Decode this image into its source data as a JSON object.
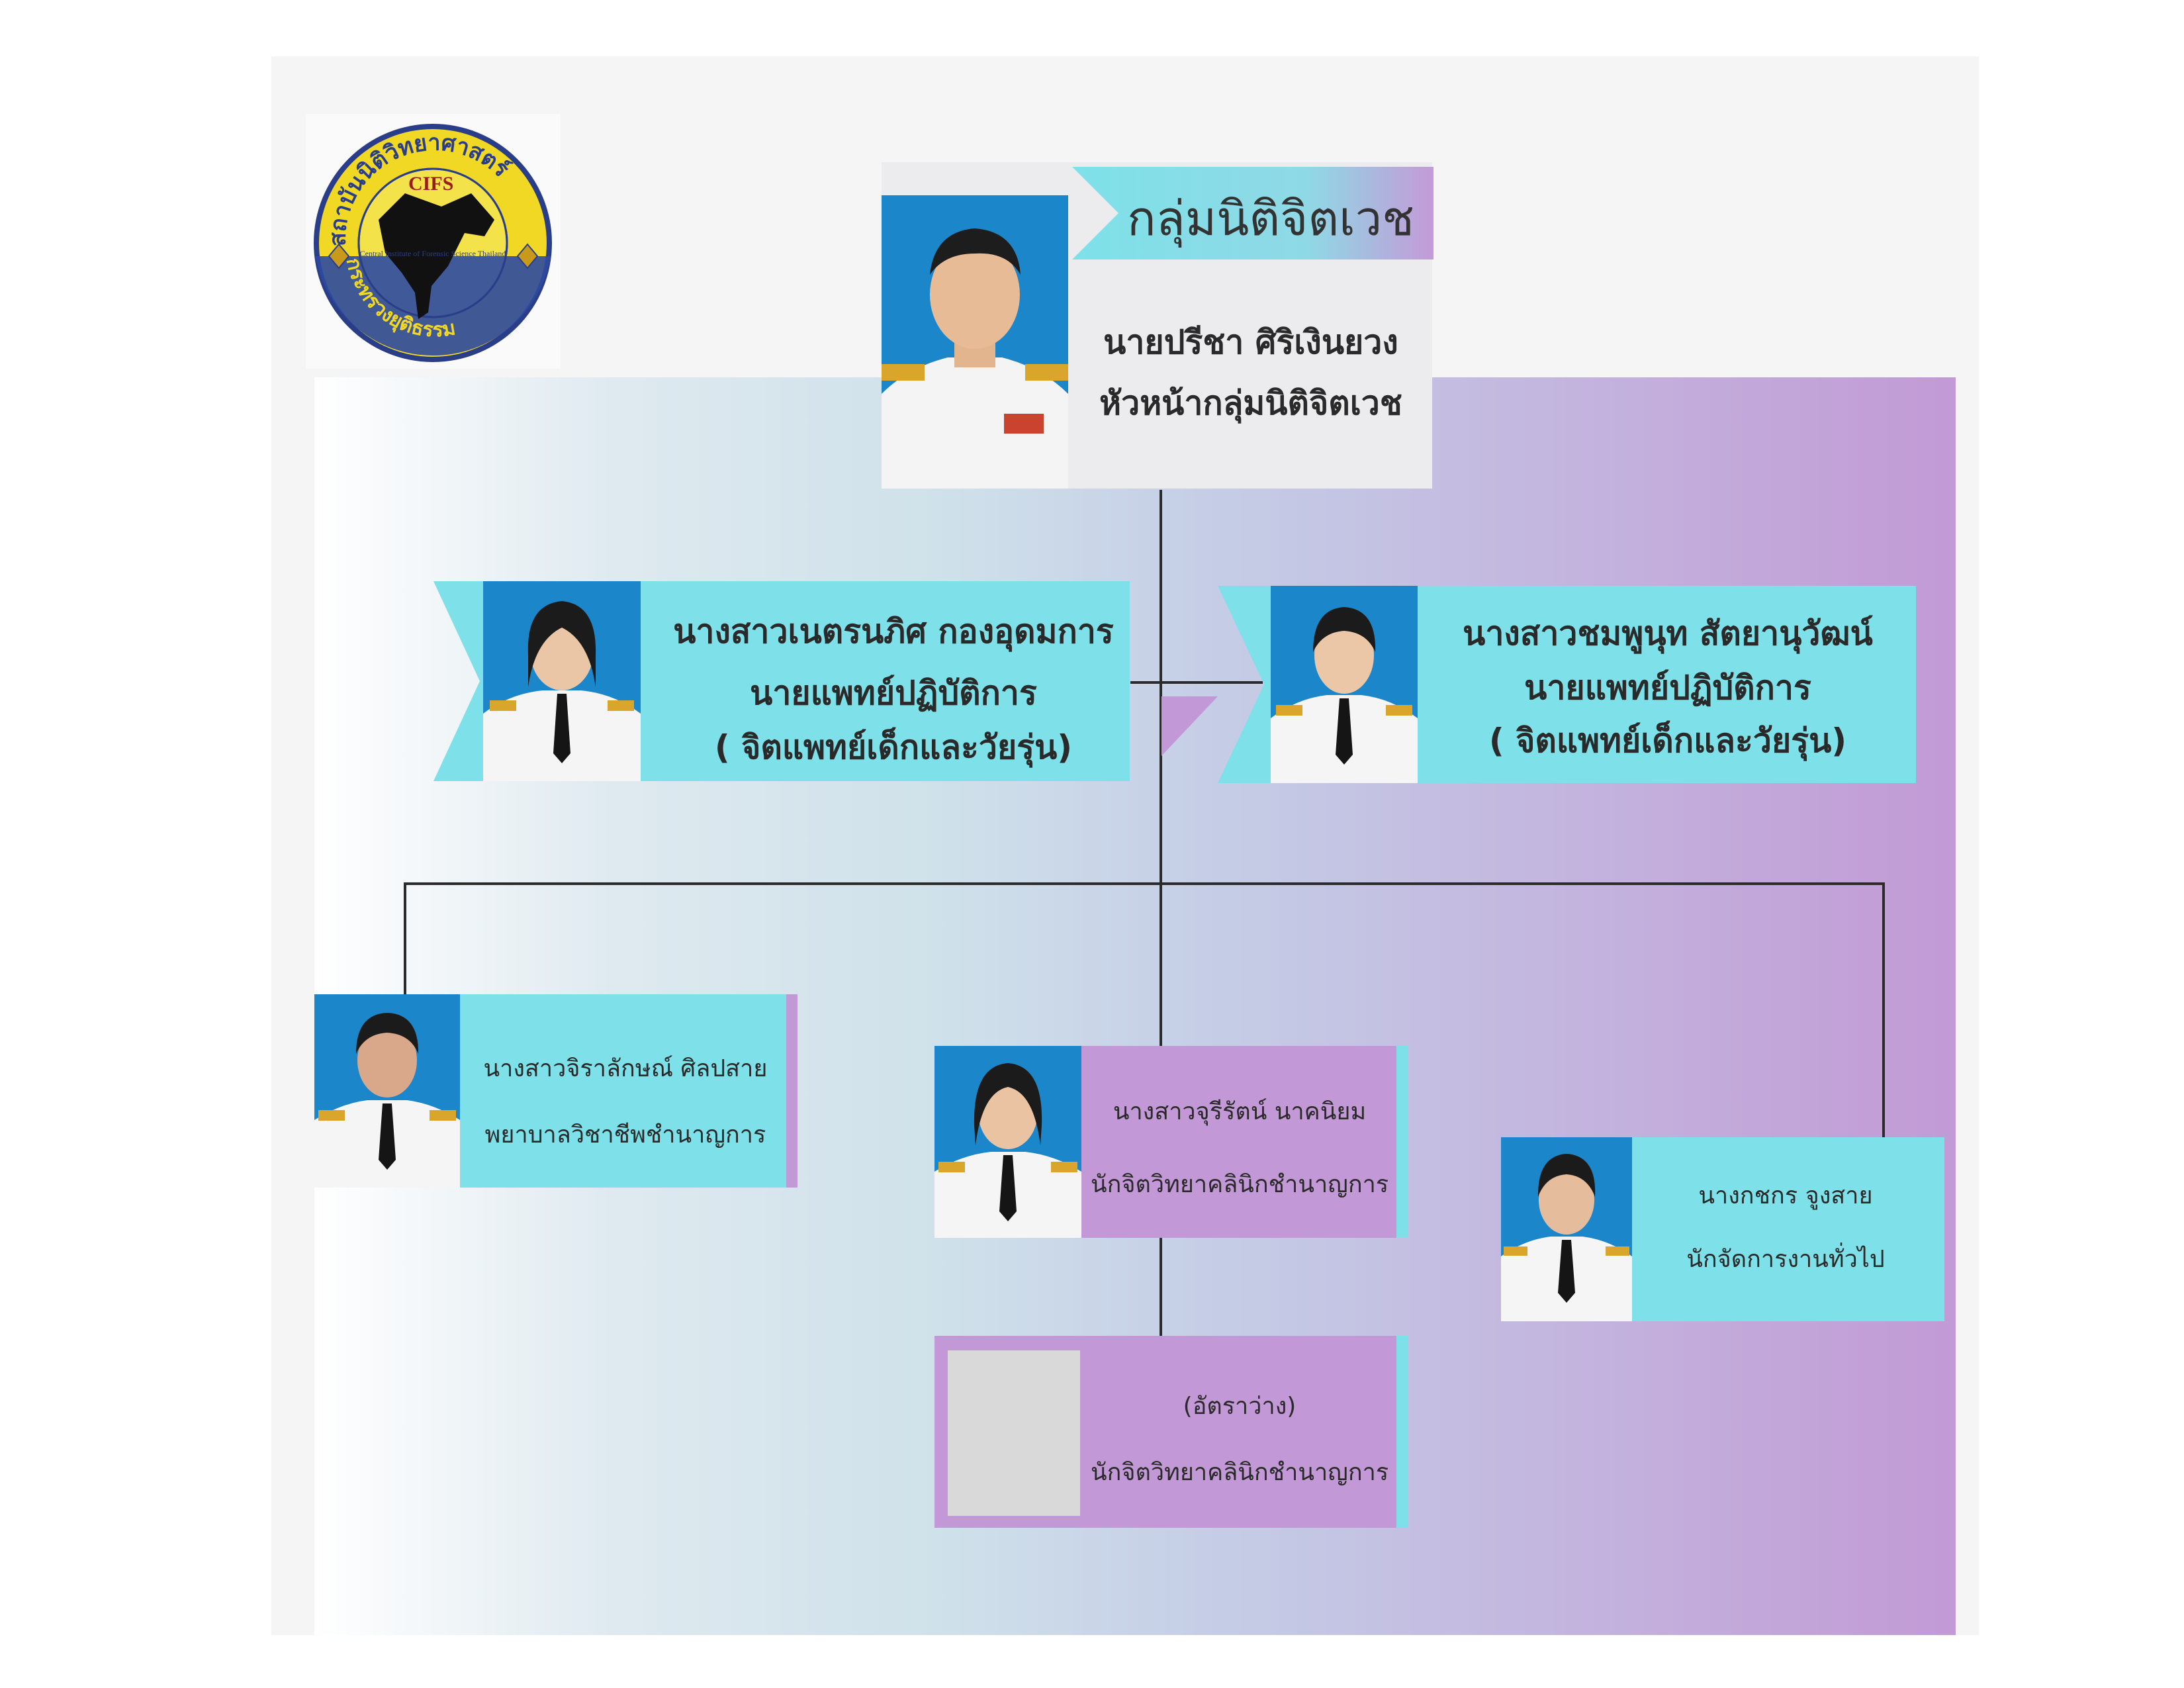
{
  "logo": {
    "top_text": "สถาบันนิติวิทยาศาสตร์",
    "inner_text": "Central Institute of Forensic Science Thailand",
    "acronym": "CIFS",
    "bottom_text": "กระทรวงยุติธรรม"
  },
  "header": {
    "title": "กลุ่มนิติจิตเวช",
    "name": "นายปรีชา  ศิริเงินยวง",
    "position": "หัวหน้ากลุ่มนิติจิตเวช"
  },
  "deputy_left": {
    "name": "นางสาวเนตรนภิศ  กองอุดมการ",
    "position": "นายแพทย์ปฏิบัติการ",
    "specialty": "( จิตแพทย์เด็กและวัยรุ่น)"
  },
  "deputy_right": {
    "name": "นางสาวชมพูนุท  สัตยานุวัฒน์",
    "position": "นายแพทย์ปฏิบัติการ",
    "specialty": "( จิตแพทย์เด็กและวัยรุ่น)"
  },
  "staff_left": {
    "name": "นางสาวจิราลักษณ์  ศิลปสาย",
    "position": "พยาบาลวิชาชีพชำนาญการ"
  },
  "staff_center": {
    "name": "นางสาวจุรีรัตน์  นาคนิยม",
    "position": "นักจิตวิทยาคลินิกชำนาญการ"
  },
  "staff_vacant": {
    "name": "(อัตราว่าง)",
    "position": "นักจิตวิทยาคลินิกชำนาญการ"
  },
  "staff_right": {
    "name": "นางกชกร  จูงสาย",
    "position": "นักจัดการงานทั่วไป"
  },
  "colors": {
    "cyan": "#7ee1e9",
    "purple": "#c298d6",
    "gray_box": "#ececee",
    "photo_bg": "#1b86c9"
  }
}
